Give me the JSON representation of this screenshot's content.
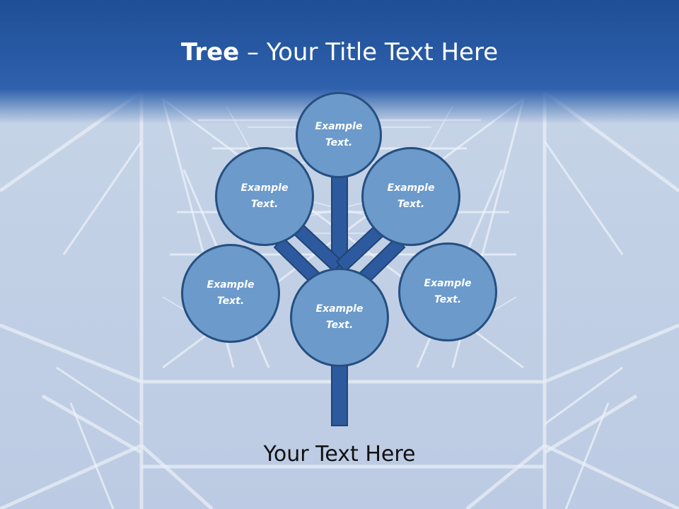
{
  "slide": {
    "title_bold": "Tree",
    "title_separator": " – ",
    "title_rest": "Your Title Text Here",
    "footer_text": "Your Text Here"
  },
  "colors": {
    "header_blue": "#2a5ca8",
    "node_fill": "#6b9acb",
    "node_border": "#264f80",
    "trunk_fill": "#2d5a9e"
  },
  "tree": {
    "nodes": [
      {
        "id": "top",
        "text": "Example Text."
      },
      {
        "id": "upper-left",
        "text": "Example Text."
      },
      {
        "id": "upper-right",
        "text": "Example Text."
      },
      {
        "id": "lower-left",
        "text": "Example Text."
      },
      {
        "id": "lower-right",
        "text": "Example Text."
      },
      {
        "id": "center",
        "text": "Example Text."
      }
    ]
  }
}
